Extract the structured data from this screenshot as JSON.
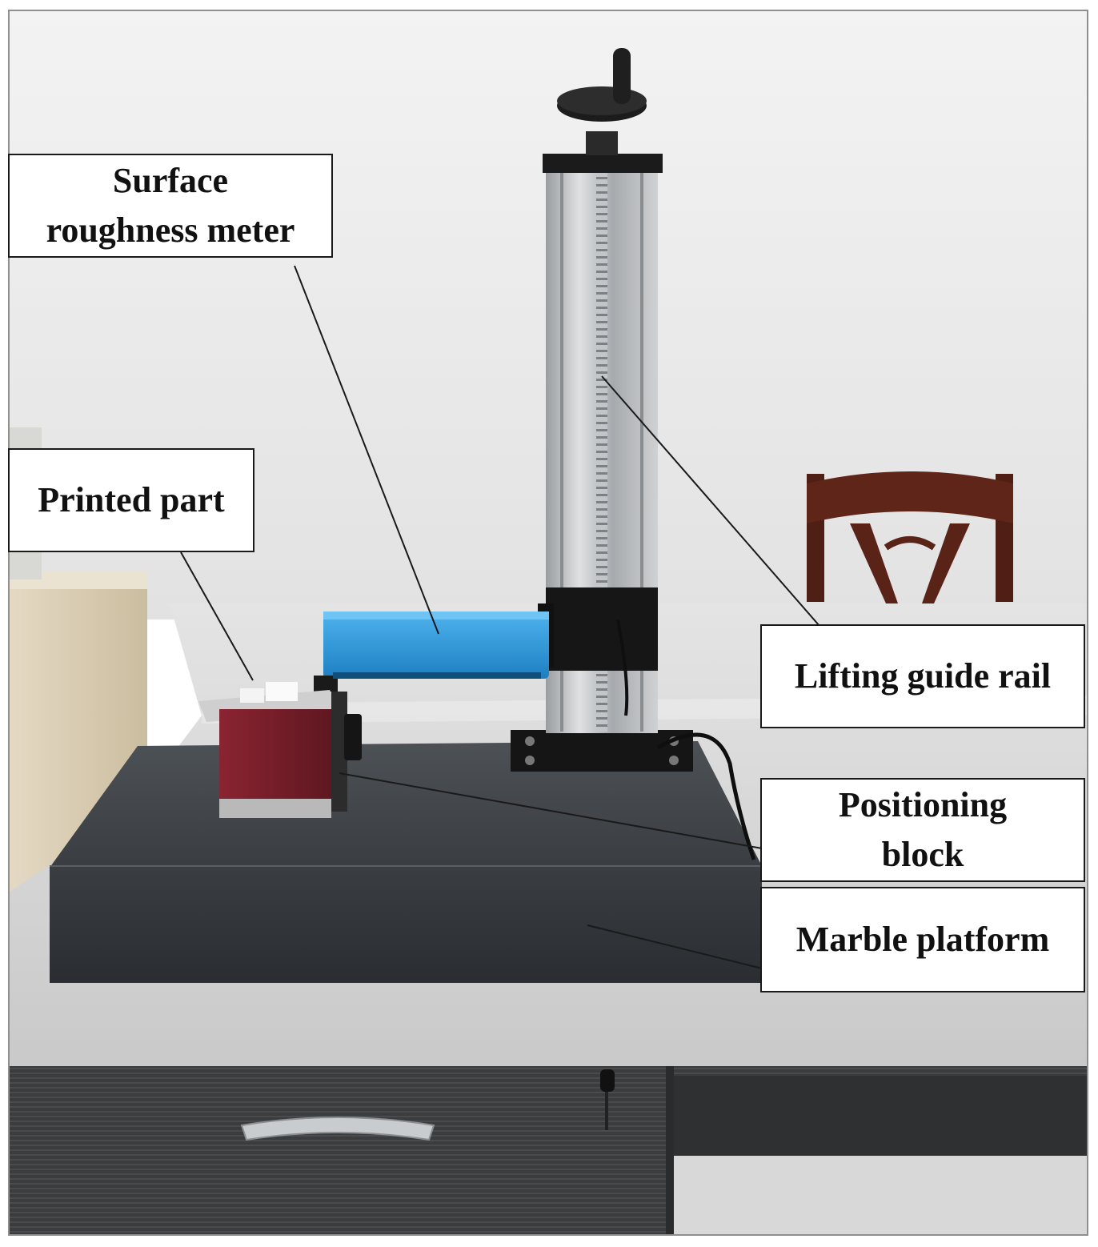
{
  "labels": {
    "surface_meter": [
      "Surface",
      "roughness meter"
    ],
    "printed_part": "Printed part",
    "lifting_rail": "Lifting guide rail",
    "positioning_block": [
      "Positioning",
      "block"
    ],
    "marble_platform": "Marble platform"
  },
  "colors": {
    "wall": "#ececec",
    "desk_top": "#d6d6d6",
    "drawer": "#3a3b3d",
    "marble": "#33373b",
    "meter_blue": "#2596dc",
    "block_red": "#7a1f2a",
    "chair": "#5a2318",
    "rail_metal": "#b9bcbf",
    "leader_line": "#1a1a1a"
  }
}
